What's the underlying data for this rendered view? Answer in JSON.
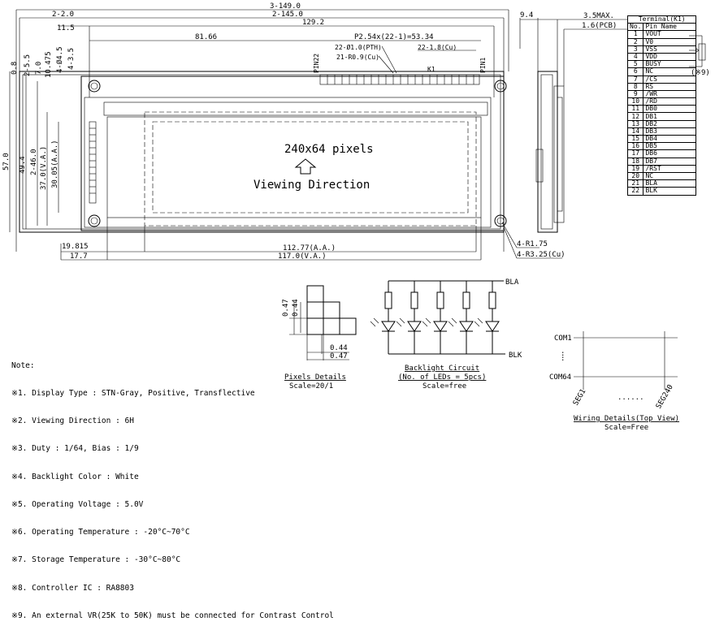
{
  "dimensions": {
    "total_width": "3-149.0",
    "pcb_width": "2-145.0",
    "left_2_0": "2-2.0",
    "left_11_5": "11.5",
    "width_129_2": "129.2",
    "width_81_66": "81.66",
    "pitch": "P2.54x(22-1)=53.34",
    "hole_pth": "22-Ø1.0(PTH)",
    "hole_r": "21-R0.9(Cu)",
    "cu": "22-1.8(Cu)",
    "left_vertical": [
      "0.8",
      "2-5.5",
      "7.0",
      "10.475",
      "4-Ø4.5",
      "4-3.5"
    ],
    "height_57": "57.0",
    "height_49_4": "49.4",
    "height_46": "2-46.0",
    "va_height": "37.0(V.A.)",
    "aa_height": "30.05(A.A.)",
    "bottom_19_815": "19.815",
    "bottom_17_7": "17.7",
    "aa_width": "112.77(A.A.)",
    "va_width": "117.0(V.A.)",
    "hole_r175": "4-R1.75",
    "hole_r325": "4-R3.25(Cu)",
    "side_9_4": "9.4",
    "side_max": "3.5MAX.",
    "side_pcb": "1.6(PCB)"
  },
  "connector": {
    "pin22": "PIN22",
    "pin1": "PIN1",
    "k1": "K1"
  },
  "display": {
    "resolution": "240x64 pixels",
    "viewing": "Viewing Direction"
  },
  "pixels": {
    "d047": "0.47",
    "d044": "0.44",
    "b044": "0.44",
    "b047": "0.47",
    "caption": "Pixels Details",
    "scale": "Scale=20/1"
  },
  "backlight": {
    "bla": "BLA",
    "blk": "BLK",
    "caption": "Backlight Circuit",
    "leds": "(No. of LEDs = 5pcs)",
    "scale": "Scale=free"
  },
  "wiring": {
    "com1": "COM1",
    "com64": "COM64",
    "seg1": "SEG1",
    "seg240": "SEG240",
    "dots": "......",
    "caption": "Wiring Details(Top View)",
    "scale": "Scale=Free"
  },
  "terminal": {
    "title": "Terminal(K1)",
    "col_no": "No.",
    "col_name": "Pin Name",
    "note9": "(※9)",
    "pins": [
      {
        "no": "1",
        "name": "VOUT"
      },
      {
        "no": "2",
        "name": "V0"
      },
      {
        "no": "3",
        "name": "VSS"
      },
      {
        "no": "4",
        "name": "VDD"
      },
      {
        "no": "5",
        "name": "BUSY"
      },
      {
        "no": "6",
        "name": "NC"
      },
      {
        "no": "7",
        "name": "/CS"
      },
      {
        "no": "8",
        "name": "RS"
      },
      {
        "no": "9",
        "name": "/WR"
      },
      {
        "no": "10",
        "name": "/RD"
      },
      {
        "no": "11",
        "name": "DB0"
      },
      {
        "no": "12",
        "name": "DB1"
      },
      {
        "no": "13",
        "name": "DB2"
      },
      {
        "no": "14",
        "name": "DB3"
      },
      {
        "no": "15",
        "name": "DB4"
      },
      {
        "no": "16",
        "name": "DB5"
      },
      {
        "no": "17",
        "name": "DB6"
      },
      {
        "no": "18",
        "name": "DB7"
      },
      {
        "no": "19",
        "name": "/RST"
      },
      {
        "no": "20",
        "name": "NC"
      },
      {
        "no": "21",
        "name": "BLA"
      },
      {
        "no": "22",
        "name": "BLK"
      }
    ]
  },
  "notes": {
    "title": "Note:",
    "items": [
      "※1. Display Type : STN-Gray, Positive, Transflective",
      "※2. Viewing Direction : 6H",
      "※3. Duty : 1/64, Bias : 1/9",
      "※4. Backlight Color : White",
      "※5. Operating Voltage : 5.0V",
      "※6. Operating Temperature : -20°C~70°C",
      "※7. Storage Temperature : -30°C~80°C",
      "※8. Controller IC : RA8803",
      "※9. An external VR(25K to 50K) must be connected for Contrast Control"
    ]
  }
}
